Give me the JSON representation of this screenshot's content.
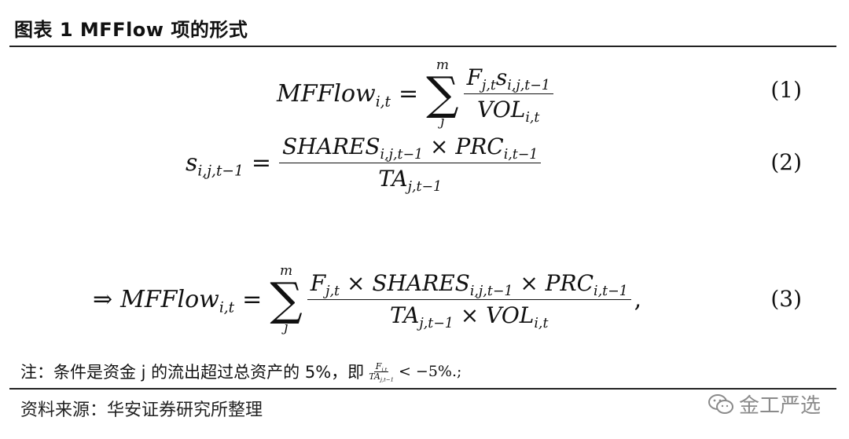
{
  "header": {
    "title": "图表 1 MFFlow 项的形式"
  },
  "equations": [
    {
      "id": "eq1",
      "number": "(1)",
      "lhs_base": "MFFlow",
      "lhs_sub": "i,t",
      "sum_top": "m",
      "sum_bottom": "j",
      "numerator": "F_{j,t} s_{i,j,t−1}",
      "denominator": "VOL_{i,t}"
    },
    {
      "id": "eq2",
      "number": "(2)",
      "lhs_base": "s",
      "lhs_sub": "i,j,t−1",
      "numerator": "SHARES_{i,j,t−1} × PRC_{i,t−1}",
      "denominator": "TA_{j,t−1}"
    },
    {
      "id": "eq3",
      "number": "(3)",
      "prefix": "⇒",
      "lhs_base": "MFFlow",
      "lhs_sub": "i,t",
      "sum_top": "m",
      "sum_bottom": "j",
      "numerator": "F_{j,t} × SHARES_{i,j,t−1} × PRC_{i,t−1}",
      "denominator": "TA_{j,t−1} × VOL_{i,t}",
      "trailing": ","
    }
  ],
  "note": {
    "text": "注：条件是资金 j 的流出超过总资产的 5%，即",
    "frac_num": "F_{j,t}",
    "frac_den": "TA_{j,t−1}",
    "tail": " < −5%.;"
  },
  "source": {
    "text": "资料来源：华安证券研究所整理"
  },
  "brand": {
    "name": "金工严选",
    "icon": "wechat-icon",
    "color": "#8a8a8a"
  }
}
